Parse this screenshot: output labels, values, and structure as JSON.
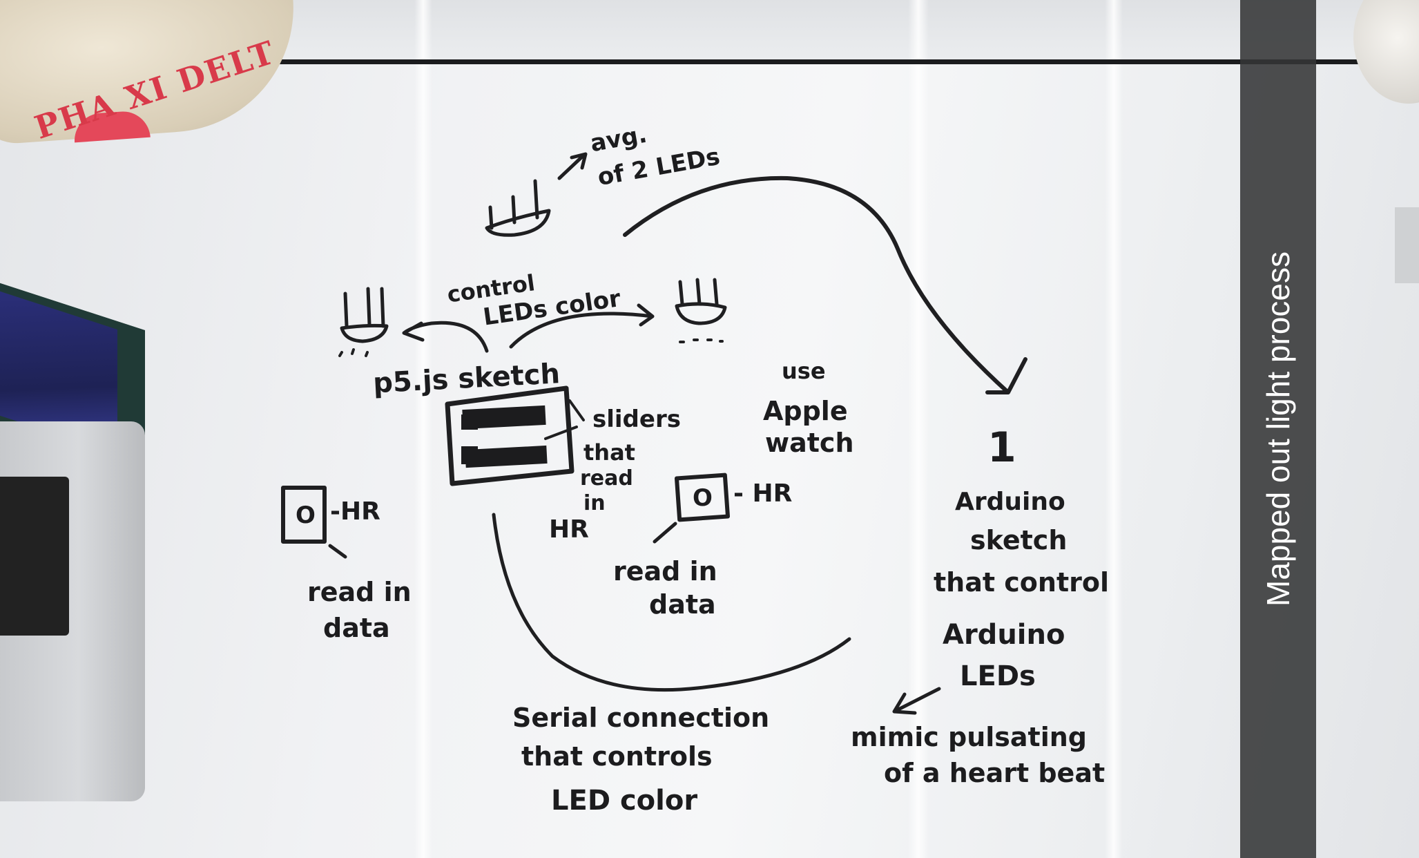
{
  "caption": "Mapped out light process",
  "bag_print": "PHA XI DELT",
  "whiteboard": {
    "led_top_note": [
      "avg.",
      "of 2 LEDs"
    ],
    "control_note": [
      "control",
      "LEDs color"
    ],
    "sketch_title": "p5.js sketch",
    "sliders_note": [
      "sliders",
      "that",
      "read",
      "in",
      "HR"
    ],
    "apple_watch_note": [
      "use",
      "Apple",
      "watch"
    ],
    "sensor_left": {
      "symbol": "O",
      "label": "-HR",
      "note": [
        "read in",
        "data"
      ]
    },
    "sensor_mid": {
      "symbol": "O",
      "label": "- HR",
      "note": [
        "read in",
        "data"
      ]
    },
    "arduino_number": "1",
    "arduino_note": [
      "Arduino",
      "sketch",
      "that control",
      "Arduino",
      "LEDs"
    ],
    "heartbeat_note": [
      "mimic pulsating",
      "of a heart beat"
    ],
    "serial_note": [
      "Serial connection",
      "that controls",
      "LED color"
    ]
  }
}
